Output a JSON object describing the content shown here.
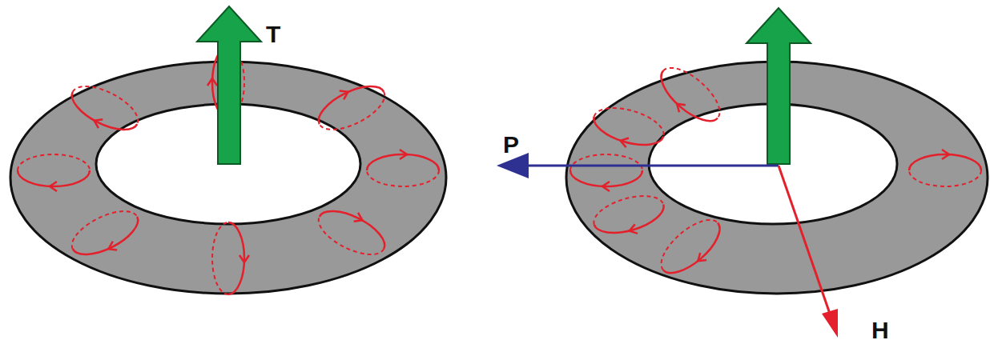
{
  "diagram": {
    "labels": [
      "T",
      "P",
      "H"
    ]
  }
}
